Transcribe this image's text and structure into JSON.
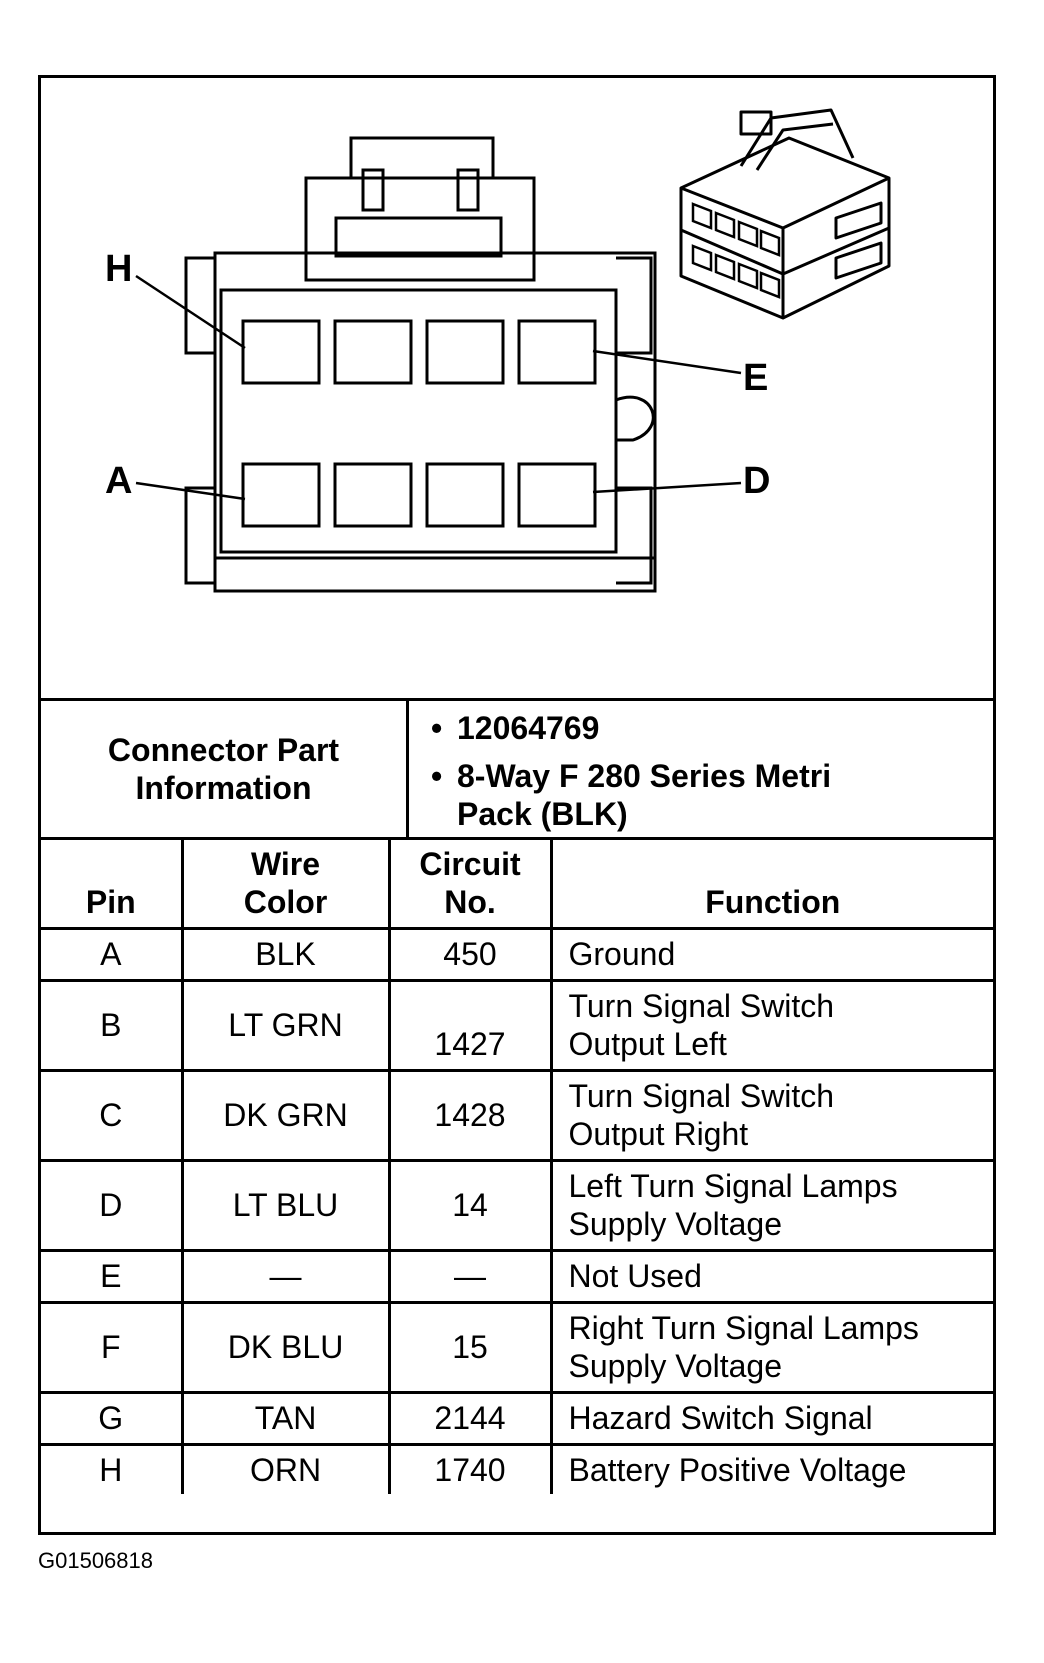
{
  "diagram": {
    "pin_labels": [
      "H",
      "E",
      "A",
      "D"
    ]
  },
  "info": {
    "label": "Connector Part Information",
    "items": [
      "12064769",
      "8-Way F 280 Series Metri Pack (BLK)"
    ]
  },
  "table": {
    "headers": {
      "pin": "Pin",
      "wire": "Wire Color",
      "circuit": "Circuit No.",
      "function": "Function"
    },
    "rows": [
      {
        "pin": "A",
        "wire": "BLK",
        "circuit": "450",
        "function": "Ground"
      },
      {
        "pin": "B",
        "wire": "LT GRN",
        "circuit": "1427",
        "function": "Turn Signal Switch Output Left"
      },
      {
        "pin": "C",
        "wire": "DK GRN",
        "circuit": "1428",
        "function": "Turn Signal Switch Output Right"
      },
      {
        "pin": "D",
        "wire": "LT BLU",
        "circuit": "14",
        "function": "Left Turn Signal Lamps Supply Voltage"
      },
      {
        "pin": "E",
        "wire": "—",
        "circuit": "—",
        "function": "Not Used"
      },
      {
        "pin": "F",
        "wire": "DK BLU",
        "circuit": "15",
        "function": "Right Turn Signal Lamps Supply Voltage"
      },
      {
        "pin": "G",
        "wire": "TAN",
        "circuit": "2144",
        "function": "Hazard Switch Signal"
      },
      {
        "pin": "H",
        "wire": "ORN",
        "circuit": "1740",
        "function": "Battery Positive Voltage"
      }
    ]
  },
  "figure_code": "G01506818"
}
